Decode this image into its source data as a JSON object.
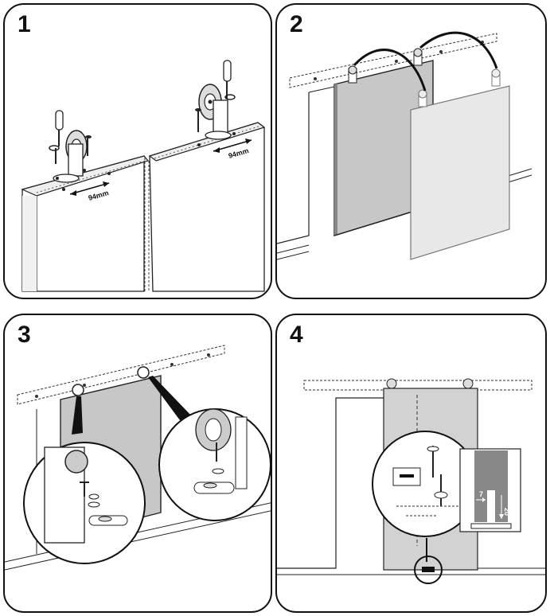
{
  "steps": [
    {
      "number": "1",
      "labels": [
        "94mm",
        "94mm"
      ]
    },
    {
      "number": "2"
    },
    {
      "number": "3"
    },
    {
      "number": "4",
      "detail_labels": [
        "7",
        "20"
      ]
    }
  ]
}
